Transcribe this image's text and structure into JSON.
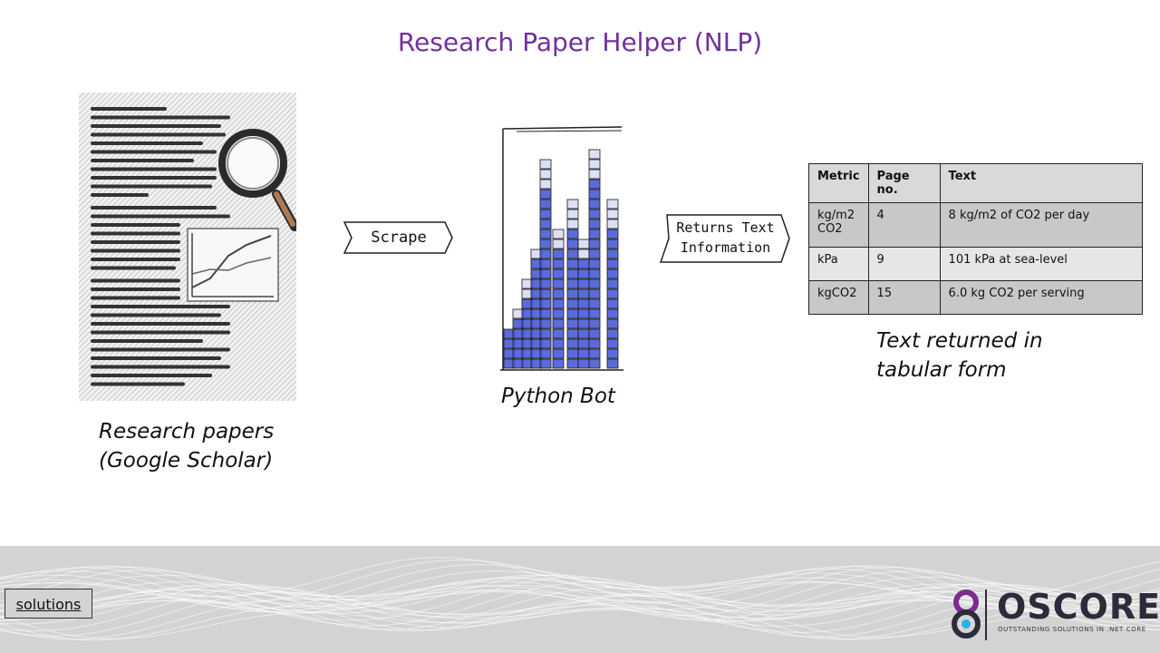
{
  "title": "Research Paper Helper (NLP)",
  "doc_caption": [
    "Research papers",
    "(Google Scholar)"
  ],
  "scrape_label": "Scrape",
  "returns_label": [
    "Returns Text",
    "Information"
  ],
  "bot_caption": "Python Bot",
  "table": {
    "headers": [
      "Metric",
      "Page no.",
      "Text"
    ],
    "rows": [
      [
        "kg/m2 CO2",
        "4",
        "8 kg/m2 of CO2 per day"
      ],
      [
        "kPa",
        "9",
        "101 kPa at sea-level"
      ],
      [
        "kgCO2",
        "15",
        "6.0 kg CO2 per serving"
      ]
    ]
  },
  "table_caption": [
    "Text returned in",
    "tabular form"
  ],
  "footer": {
    "button_label": "solutions",
    "logo_word": "OSCORE",
    "logo_tagline": "OUTSTANDING SOLUTIONS IN .NET CORE"
  },
  "colors": {
    "title": "#7030a0",
    "accent": "#4a5bd6",
    "footer_bg": "#d3d3d3"
  },
  "icons": {
    "document": "document-sketch-icon",
    "magnifier": "magnifier-icon",
    "bot": "bar-bot-icon",
    "logo": "oscore-logo-icon"
  }
}
